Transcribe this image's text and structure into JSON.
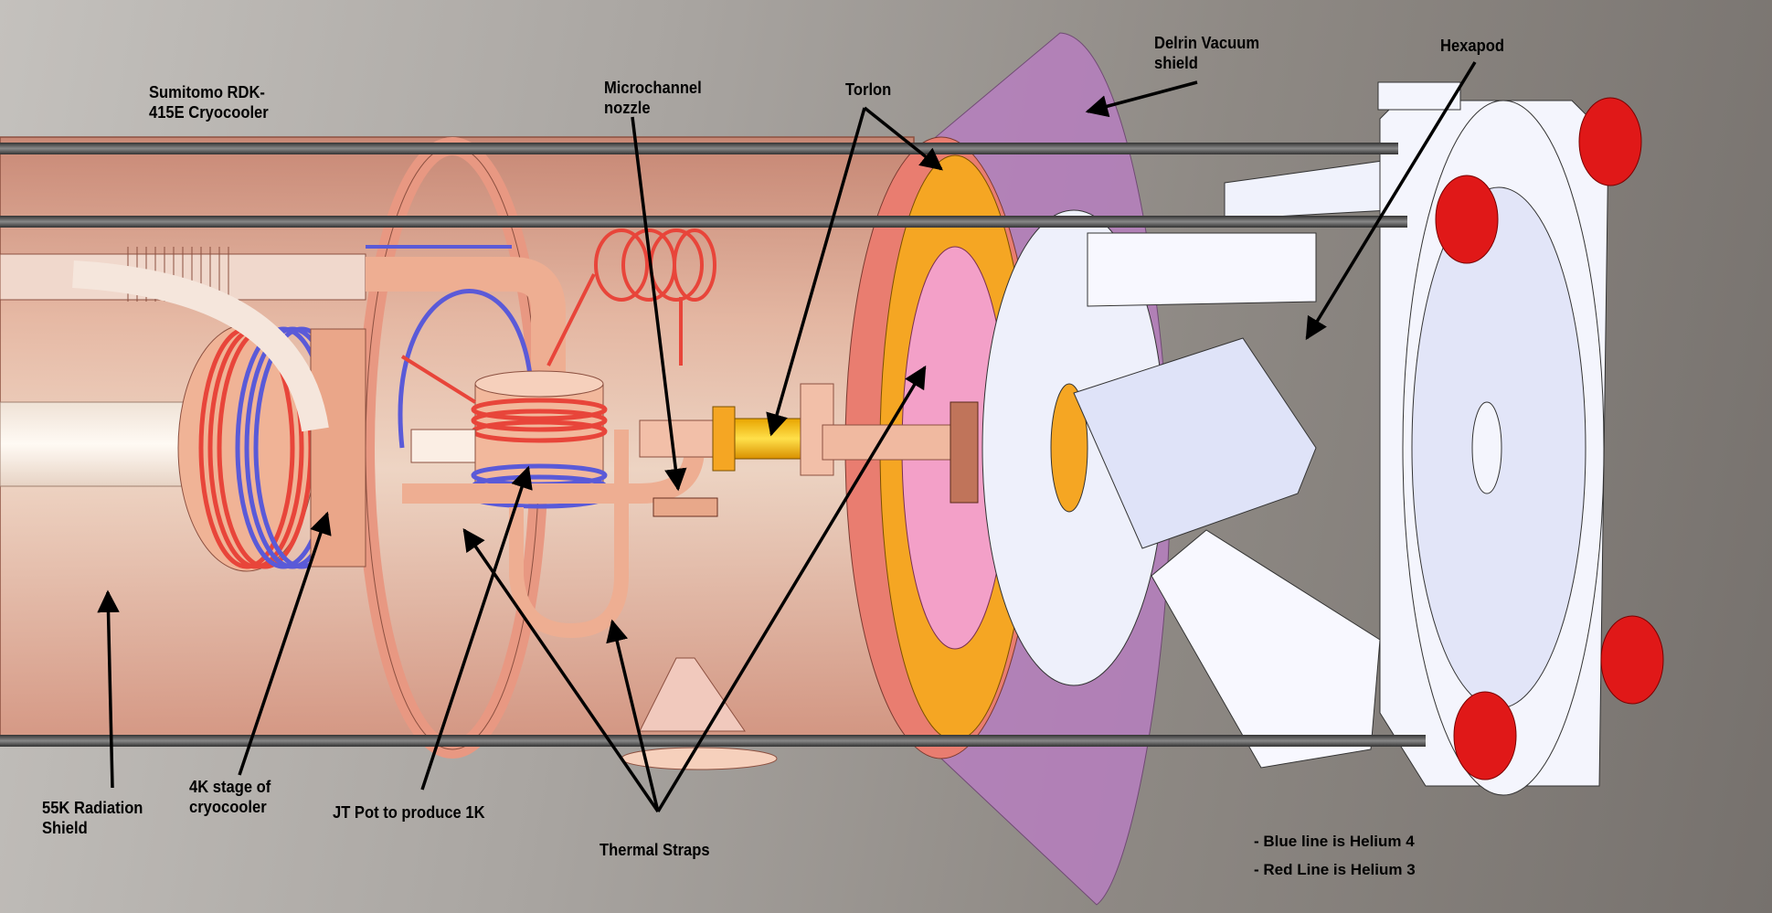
{
  "diagram": {
    "subject": "Cryostat assembly with cryocooler, JT pot and hexapod",
    "labels": {
      "cryocooler": "Sumitomo RDK-\n415E Cryocooler",
      "nozzle": "Microchannel\nnozzle",
      "torlon": "Torlon",
      "delrin": "Delrin Vacuum\nshield",
      "hexapod": "Hexapod",
      "shield55k": "55K Radiation\nShield",
      "stage4k": "4K stage of\ncryocooler",
      "jtpot": "JT Pot to produce 1K",
      "straps": "Thermal Straps"
    },
    "legend": {
      "blue": "- Blue line is Helium 4",
      "red": "- Red Line is Helium 3"
    },
    "colors": {
      "helium4_line": "#5a5ad8",
      "helium3_line": "#e8453a",
      "copper": "#e8a88a",
      "torlon": "#f5a623",
      "delrin": "#b77fbf",
      "knob": "#e01818",
      "hexapod": "#eef0fb"
    }
  }
}
